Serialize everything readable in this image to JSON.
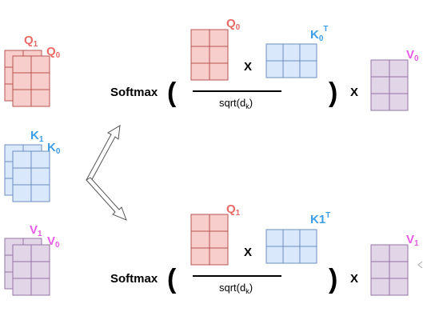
{
  "left_stack": {
    "q_front": "Q",
    "q_front_sub": "0",
    "q_back": "Q",
    "q_back_sub": "1",
    "k_front": "K",
    "k_front_sub": "0",
    "k_back": "K",
    "k_back_sub": "1",
    "v_front": "V",
    "v_front_sub": "0",
    "v_back": "V",
    "v_back_sub": "1"
  },
  "head_0": {
    "softmax": "Softmax",
    "open_paren": "(",
    "close_paren": ")",
    "q_label": "Q",
    "q_sub": "0",
    "k_label": "K",
    "k_sub": "0",
    "k_sup": "T",
    "times": "X",
    "den_text": "sqrt(d",
    "den_sub": "k",
    "den_close": ")",
    "times_v": "X",
    "v_label": "V",
    "v_sub": "0"
  },
  "head_1": {
    "softmax": "Softmax",
    "open_paren": "(",
    "close_paren": ")",
    "q_label": "Q",
    "q_sub": "1",
    "k_label": "K1",
    "k_sup": "T",
    "times": "X",
    "den_text": "sqrt(d",
    "den_sub": "k",
    "den_close": ")",
    "times_v": "X",
    "v_label": "V",
    "v_sub": "1"
  },
  "colors": {
    "q_fill": "#f8cecc",
    "q_stroke": "#b85450",
    "k_fill": "#dae8fc",
    "k_stroke": "#6c8ebf",
    "v_fill": "#e1d5e7",
    "v_stroke": "#9673a6",
    "q_text": "#ea6b66",
    "k_text": "#3d9ee6",
    "v_text": "#e85be6"
  }
}
